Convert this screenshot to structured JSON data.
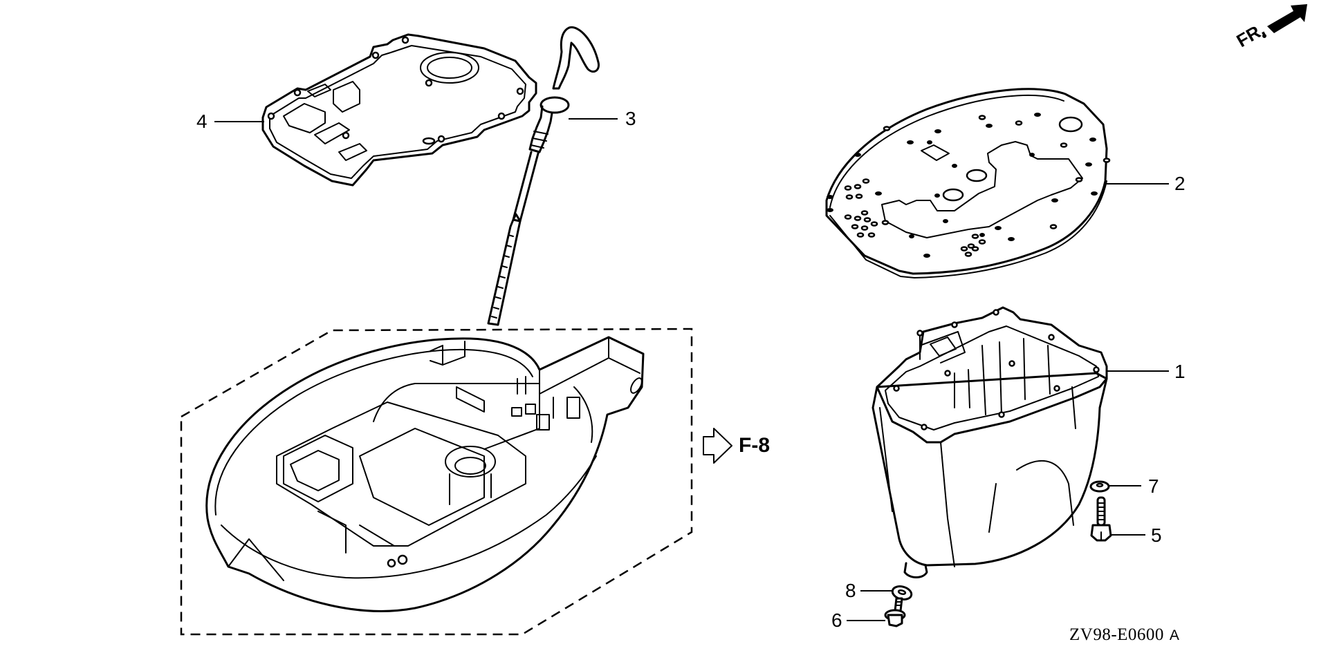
{
  "diagram": {
    "title_code": "ZV98-E0600",
    "title_suffix": "A",
    "direction_label": "FR.",
    "reference": {
      "label": "F-8",
      "icon": "outline-arrow-right-icon"
    },
    "parts": [
      {
        "callout": "1",
        "name": "oil-pan"
      },
      {
        "callout": "2",
        "name": "plate-gasket"
      },
      {
        "callout": "3",
        "name": "oil-dipstick"
      },
      {
        "callout": "4",
        "name": "upper-gasket"
      },
      {
        "callout": "5",
        "name": "flange-bolt"
      },
      {
        "callout": "6",
        "name": "drain-bolt"
      },
      {
        "callout": "7",
        "name": "washer"
      },
      {
        "callout": "8",
        "name": "drain-washer"
      }
    ],
    "colors": {
      "ink": "#000000",
      "paper": "#ffffff"
    }
  }
}
